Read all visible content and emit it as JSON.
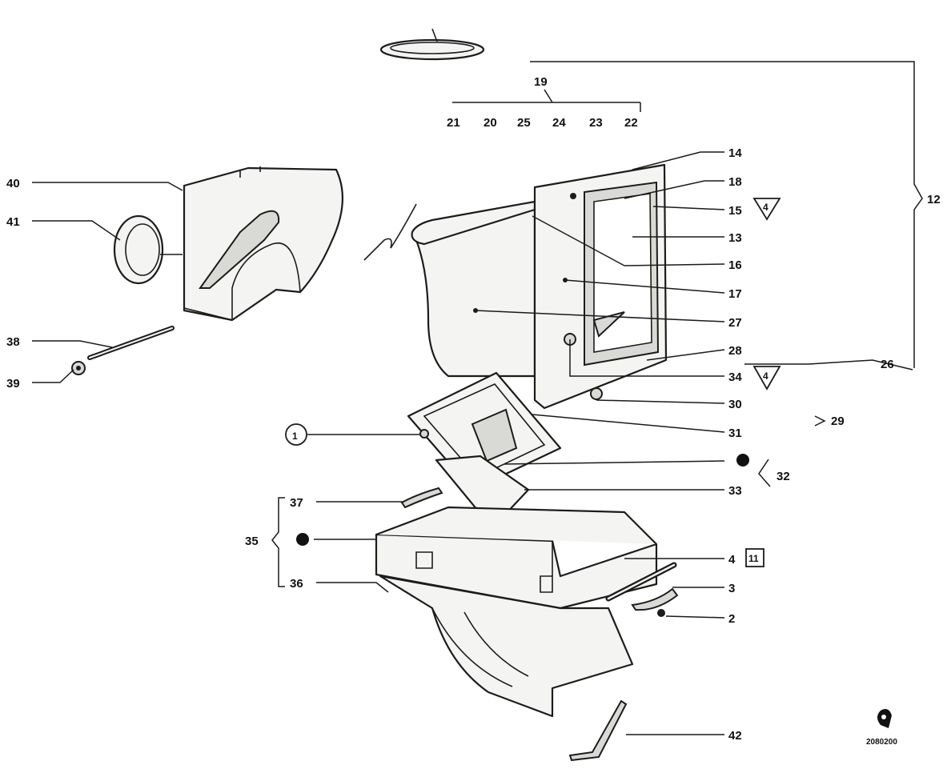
{
  "diagram": {
    "group_top": "19",
    "group_top_items": [
      "21",
      "20",
      "25",
      "24",
      "23",
      "22"
    ],
    "group_right": "12",
    "group_mid_right_26": "26",
    "group_mid_right_29": "29",
    "group_mid_right_32": "32",
    "group_left": "35",
    "callouts": {
      "c40": "40",
      "c41": "41",
      "c38": "38",
      "c39": "39",
      "c1": "1",
      "c37": "37",
      "c36": "36",
      "c14": "14",
      "c18": "18",
      "c15": "15",
      "c13": "13",
      "c16": "16",
      "c17": "17",
      "c27": "27",
      "c28": "28",
      "c34": "34",
      "c30": "30",
      "c31": "31",
      "c33": "33",
      "c4": "4",
      "c3": "3",
      "c2": "2",
      "c42": "42"
    },
    "triangle_marks": {
      "t15": "4",
      "t34": "4"
    },
    "box_mark": "11",
    "drawing_number": "2080200",
    "logo_icon": "brand-logo-icon"
  }
}
